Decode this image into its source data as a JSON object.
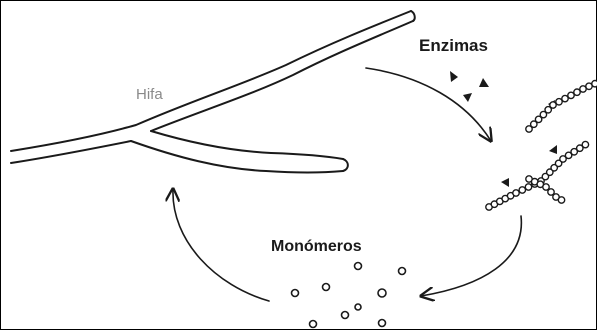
{
  "labels": {
    "hypha": "Hifa",
    "enzymes": "Enzimas",
    "monomers": "Monómeros"
  },
  "colors": {
    "ink": "#1a1a1a",
    "hypha_label": "#8a8a8a",
    "background": "#ffffff"
  }
}
